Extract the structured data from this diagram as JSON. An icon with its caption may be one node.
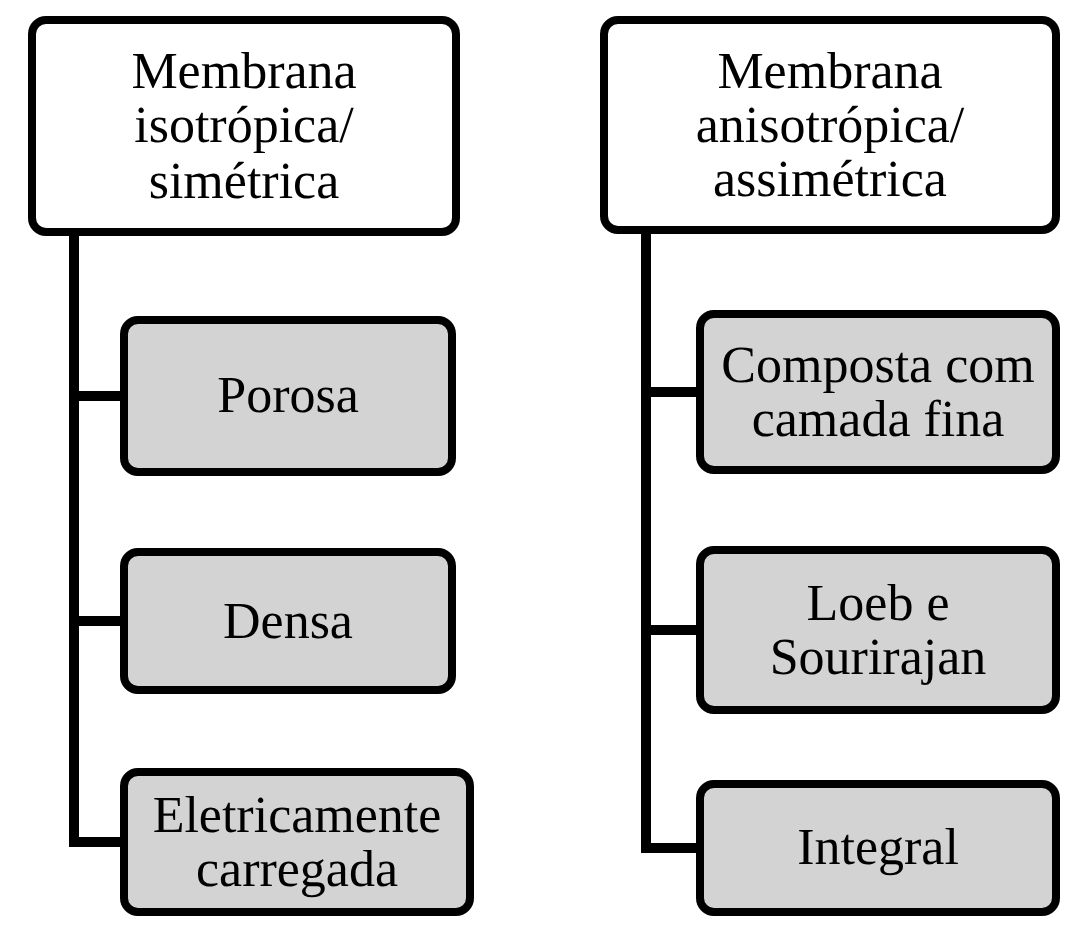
{
  "diagram": {
    "nodes": [
      {
        "text": [
          "Membrana isotrópica/ simétrica"
        ]
      },
      {
        "text": [
          "Porosa"
        ]
      },
      {
        "text": [
          "Densa"
        ]
      },
      {
        "text": [
          "Eletricamente carregada"
        ]
      },
      {
        "text": [
          "Membrana anisotrópica/ assimétrica"
        ]
      },
      {
        "text": [
          "Composta com camada fina"
        ]
      },
      {
        "text": [
          "Loeb e Sourirajan"
        ]
      },
      {
        "text": [
          "Integral"
        ]
      }
    ],
    "edges": [
      {
        "from": 0,
        "to": 1,
        "arrow": "none"
      },
      {
        "from": 0,
        "to": 2,
        "arrow": "none"
      },
      {
        "from": 0,
        "to": 3,
        "arrow": "none"
      },
      {
        "from": 4,
        "to": 5,
        "arrow": "none"
      },
      {
        "from": 4,
        "to": 6,
        "arrow": "none"
      },
      {
        "from": 4,
        "to": 7,
        "arrow": "none"
      }
    ]
  }
}
